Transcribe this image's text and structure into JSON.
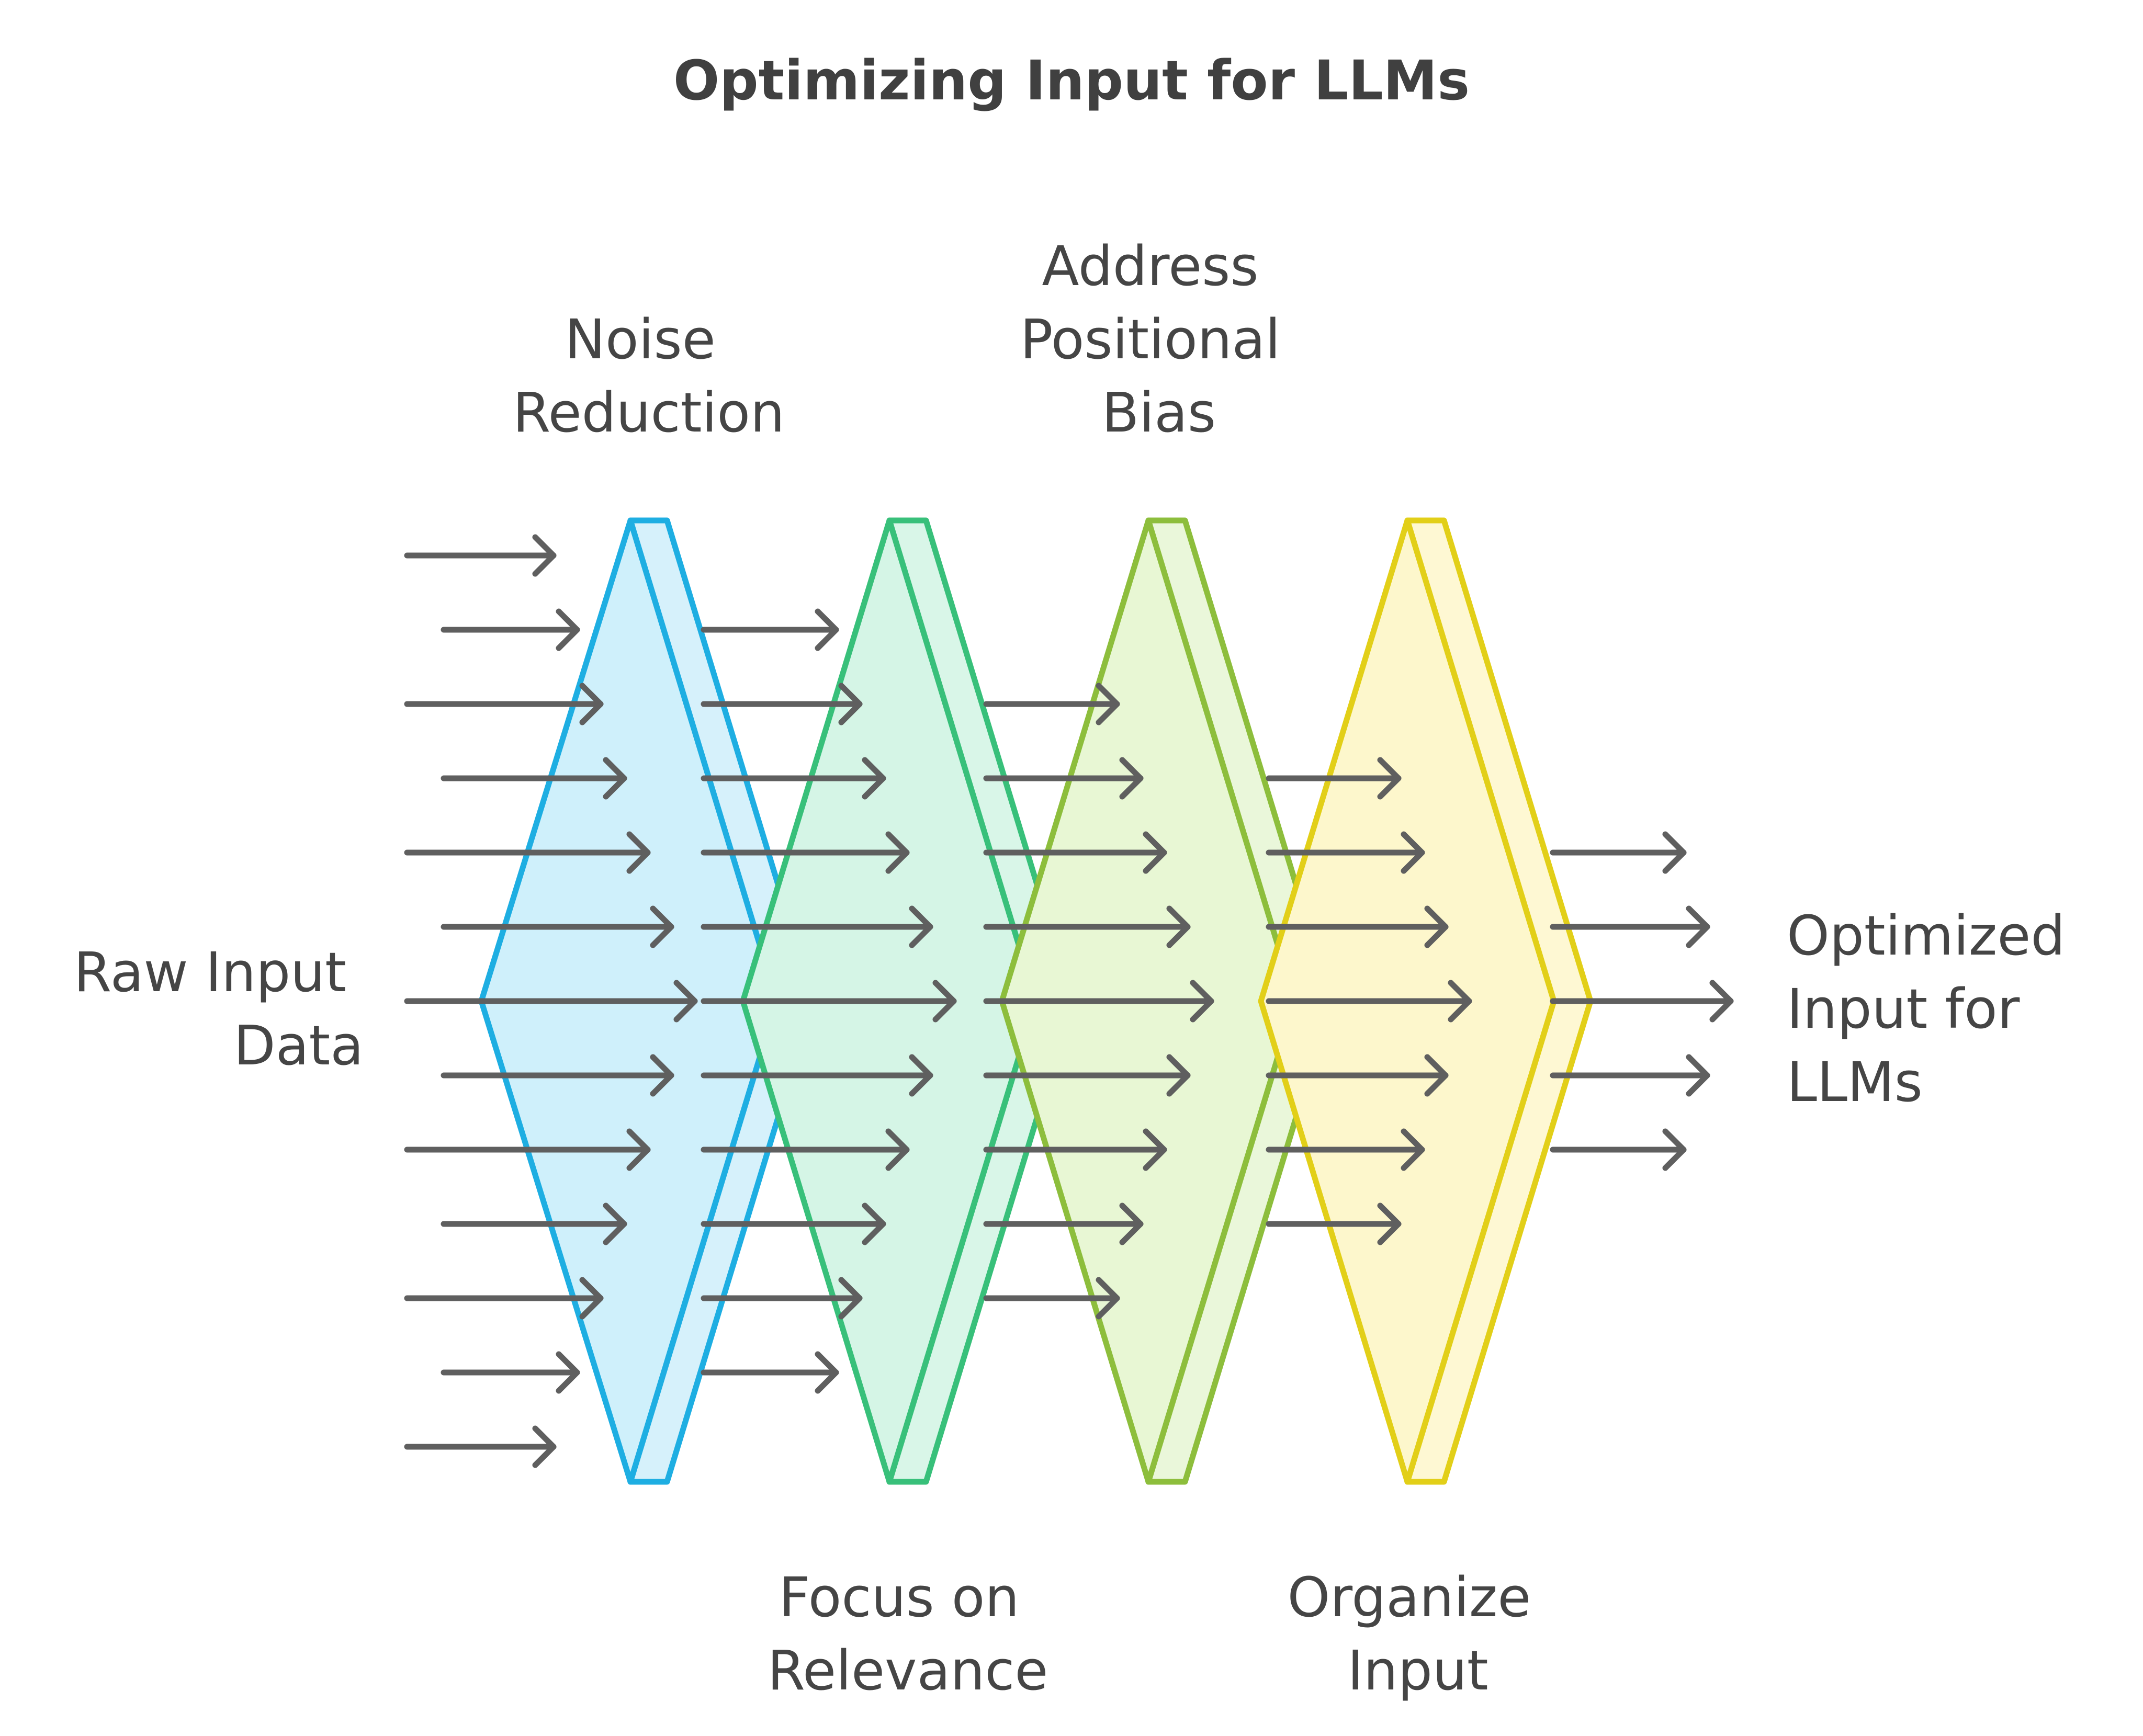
{
  "title": "Optimizing Input for LLMs",
  "input_label": [
    "Raw Input",
    "Data"
  ],
  "output_label": [
    "Optimized",
    "Input for",
    "LLMs"
  ],
  "stages": [
    {
      "id": "noise",
      "label": [
        "Noise",
        "Reduction"
      ],
      "label_position": "top",
      "stroke": "#1eaee2",
      "fill": "#cff0fb",
      "inner_fill": "#d6f1fb"
    },
    {
      "id": "relevance",
      "label": [
        "Focus on",
        "Relevance"
      ],
      "label_position": "bottom",
      "stroke": "#38c07a",
      "fill": "#d5f5e6",
      "inner_fill": "#d9f6e8"
    },
    {
      "id": "bias",
      "label": [
        "Address",
        "Positional",
        "Bias"
      ],
      "label_position": "top",
      "stroke": "#8dbe3c",
      "fill": "#e8f7d4",
      "inner_fill": "#eaf7da"
    },
    {
      "id": "organize",
      "label": [
        "Organize",
        "Input"
      ],
      "label_position": "bottom",
      "stroke": "#e2cf18",
      "fill": "#fdf7cc",
      "inner_fill": "#fef8d3"
    }
  ],
  "arrow_counts": {
    "input": 13,
    "after_noise": 11,
    "after_relevance": 9,
    "after_bias": 7,
    "output": 5
  }
}
